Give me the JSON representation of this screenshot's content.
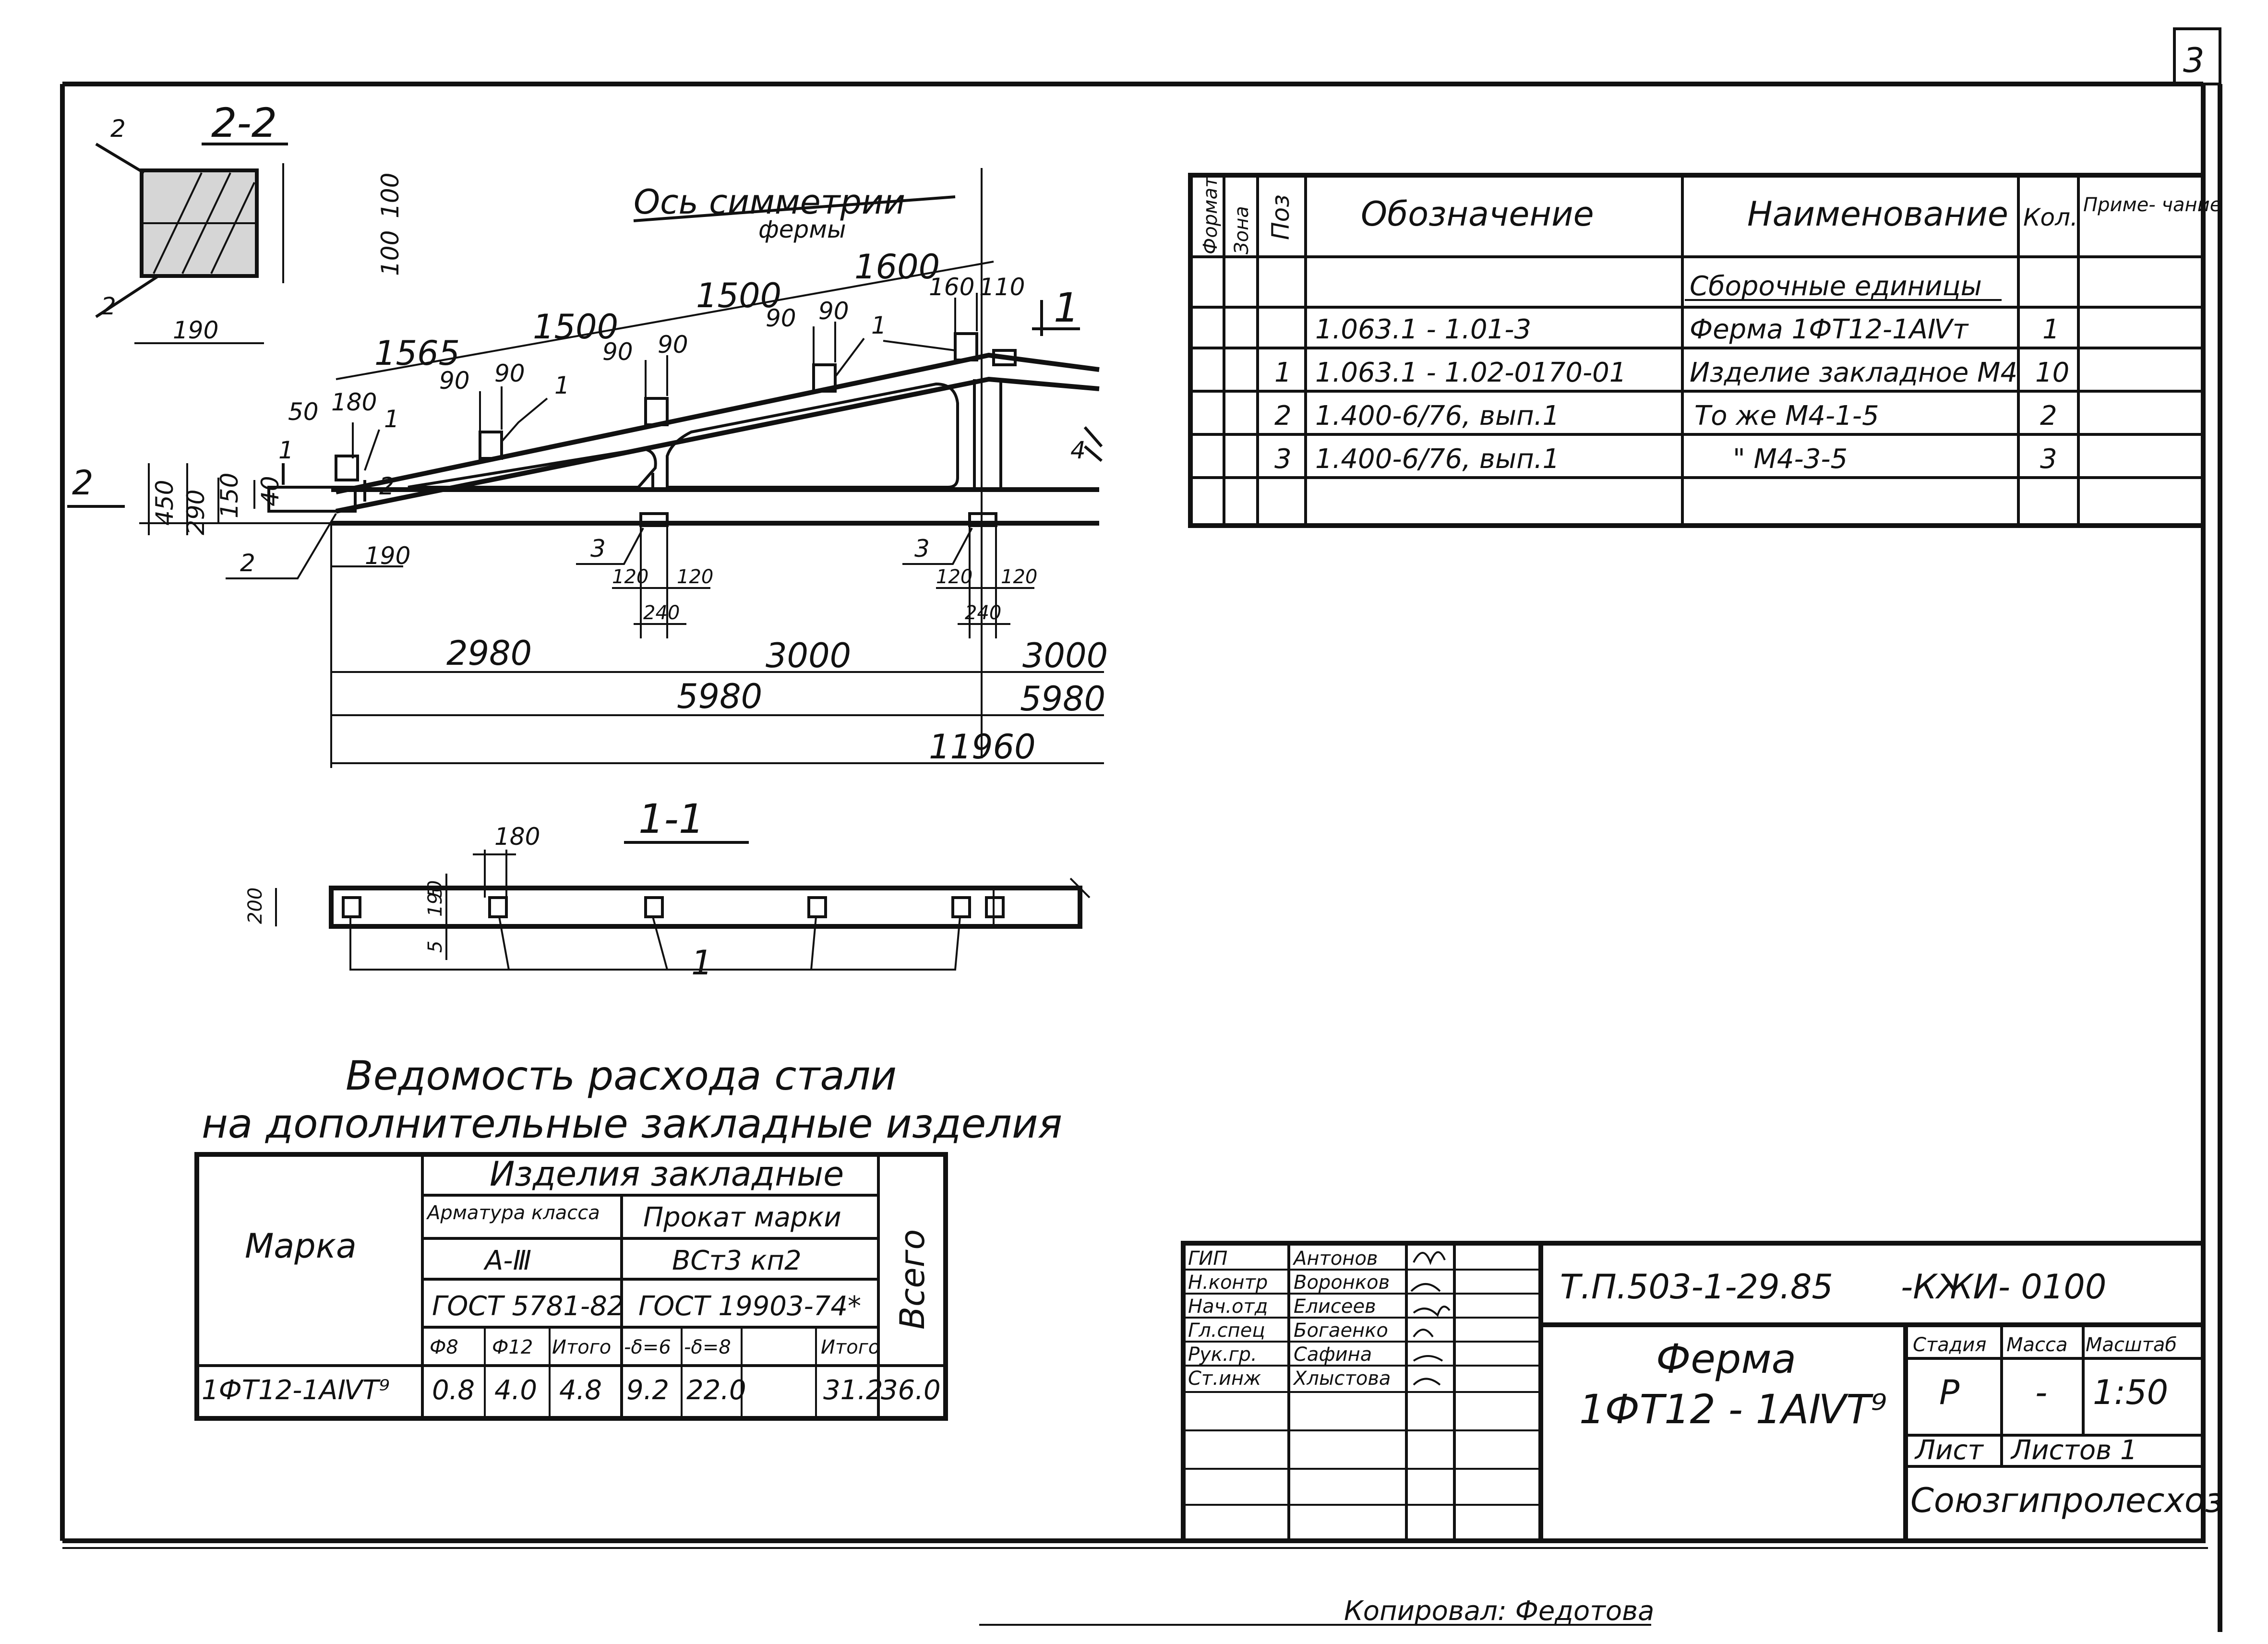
{
  "sheet_number": "3",
  "section_2_2": {
    "title": "2-2",
    "leader_top": "2",
    "leader_bottom": "2",
    "dim_width": "190",
    "dim_top": "100",
    "dim_bottom": "100"
  },
  "truss_elevation": {
    "symmetry_axis_line1": "Ось симметрии",
    "symmetry_axis_line2": "фермы",
    "top_dims": [
      "1565",
      "1500",
      "1500",
      "1600"
    ],
    "panel_dims": [
      "50",
      "180",
      "90",
      "90",
      "90",
      "90",
      "90",
      "90",
      "160",
      "110"
    ],
    "item_labels": [
      "1",
      "1",
      "1",
      "1"
    ],
    "section_marks": [
      "1",
      "1",
      "2",
      "2"
    ],
    "left_height_dims": [
      "450",
      "290",
      "150",
      "40"
    ],
    "support_leader": "2",
    "support_dim": "190",
    "bottom_items": [
      "3",
      "3"
    ],
    "bottom_node_dims": [
      "120",
      "120",
      "240",
      "120",
      "120",
      "240"
    ],
    "span_dims_row1": [
      "2980",
      "3000",
      "3000"
    ],
    "span_dims_row2": [
      "5980",
      "5980"
    ],
    "span_dims_row3": "11960",
    "break_mark": "4"
  },
  "section_1_1": {
    "title": "1-1",
    "dim_top": "180",
    "dim_height": "200",
    "dim_a": "5",
    "dim_b": "190",
    "dim_c": "5",
    "item_label": "1"
  },
  "spec_table": {
    "headers": [
      "Формат",
      "Зона",
      "Поз",
      "Обозначение",
      "Наименование",
      "Кол.",
      "Приме-\nчание"
    ],
    "section_title": "Сборочные единицы",
    "rows": [
      {
        "pos": "",
        "designation": "1.063.1 - 1.01-3",
        "name": "Ферма 1ФТ12-1АⅣт",
        "qty": "1",
        "note": ""
      },
      {
        "pos": "1",
        "designation": "1.063.1 - 1.02-0170-01",
        "name": "Изделие закладное  М4",
        "qty": "10",
        "note": ""
      },
      {
        "pos": "2",
        "designation": "1.400-6/76, вып.1",
        "name": "То же          М4-1-5",
        "qty": "2",
        "note": ""
      },
      {
        "pos": "3",
        "designation": "1.400-6/76, вып.1",
        "name": "\"              М4-3-5",
        "qty": "3",
        "note": ""
      }
    ]
  },
  "steel_statement": {
    "title_line1": "Ведомость расхода стали",
    "title_line2": "на дополнительные закладные изделия",
    "col_mark": "Марка",
    "group_header": "Изделия закладные",
    "armature_header": "Арматура класса",
    "armature_class": "А-Ⅲ",
    "armature_gost": "ГОСТ 5781-82",
    "rolled_header": "Прокат марки",
    "rolled_grade": "ВСт3 кп2",
    "rolled_gost": "ГОСТ 19903-74*",
    "total_header": "Всего",
    "sub_headers": [
      "Ф8",
      "Ф12",
      "Итого",
      "-δ=6",
      "-δ=8",
      "",
      "Итого"
    ],
    "row": {
      "mark": "1ФТ12-1АⅣТ⁹",
      "values": [
        "0.8",
        "4.0",
        "4.8",
        "9.2",
        "22.0",
        "",
        "31.2"
      ],
      "total": "36.0"
    }
  },
  "title_block": {
    "roles": [
      "ГИП",
      "Н.контр",
      "Нач.отд",
      "Гл.спец",
      "Рук.гр.",
      "Ст.инж"
    ],
    "names": [
      "Антонов",
      "Воронков",
      "Елисеев",
      "Богаенко",
      "Сафина",
      "Хлыстова"
    ],
    "doc_code": "Т.П.503-1-29.85",
    "doc_suffix": "-КЖИ- 0100",
    "drawing_title_line1": "Ферма",
    "drawing_title_line2": "1ФТ12 - 1АⅣТ⁹",
    "stage_label": "Стадия",
    "mass_label": "Масса",
    "scale_label": "Масштаб",
    "stage": "Р",
    "mass": "-",
    "scale": "1:50",
    "sheet_label": "Лист",
    "sheets_label": "Листов 1",
    "organization": "Союзгипролесхоз"
  },
  "copied_by": "Копировал: Федотова"
}
